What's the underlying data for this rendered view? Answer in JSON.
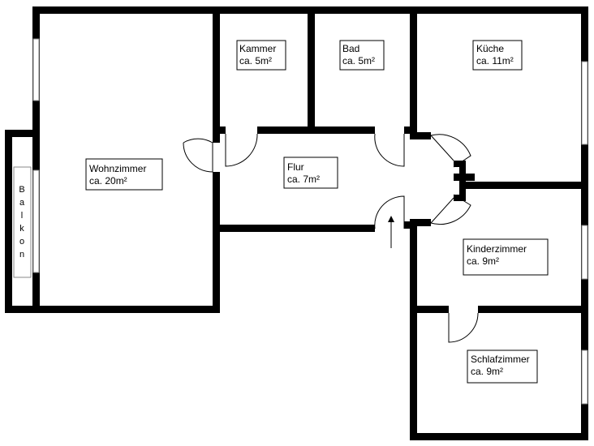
{
  "rooms": [
    {
      "id": "wohnzimmer",
      "name": "Wohnzimmer",
      "area": "ca. 20m²"
    },
    {
      "id": "kammer",
      "name": "Kammer",
      "area": "ca. 5m²"
    },
    {
      "id": "bad",
      "name": "Bad",
      "area": "ca. 5m²"
    },
    {
      "id": "kueche",
      "name": "Küche",
      "area": "ca. 11m²"
    },
    {
      "id": "flur",
      "name": "Flur",
      "area": "ca. 7m²"
    },
    {
      "id": "kinderzimmer",
      "name": "Kinderzimmer",
      "area": "ca. 9m²"
    },
    {
      "id": "schlafzimmer",
      "name": "Schlafzimmer",
      "area": "ca. 9m²"
    }
  ],
  "balkon": {
    "letters": [
      "B",
      "a",
      "l",
      "k",
      "o",
      "n"
    ]
  },
  "icons": {
    "entrance": "entrance-arrow-icon",
    "door": "door-swing-icon",
    "window": "window-icon"
  }
}
